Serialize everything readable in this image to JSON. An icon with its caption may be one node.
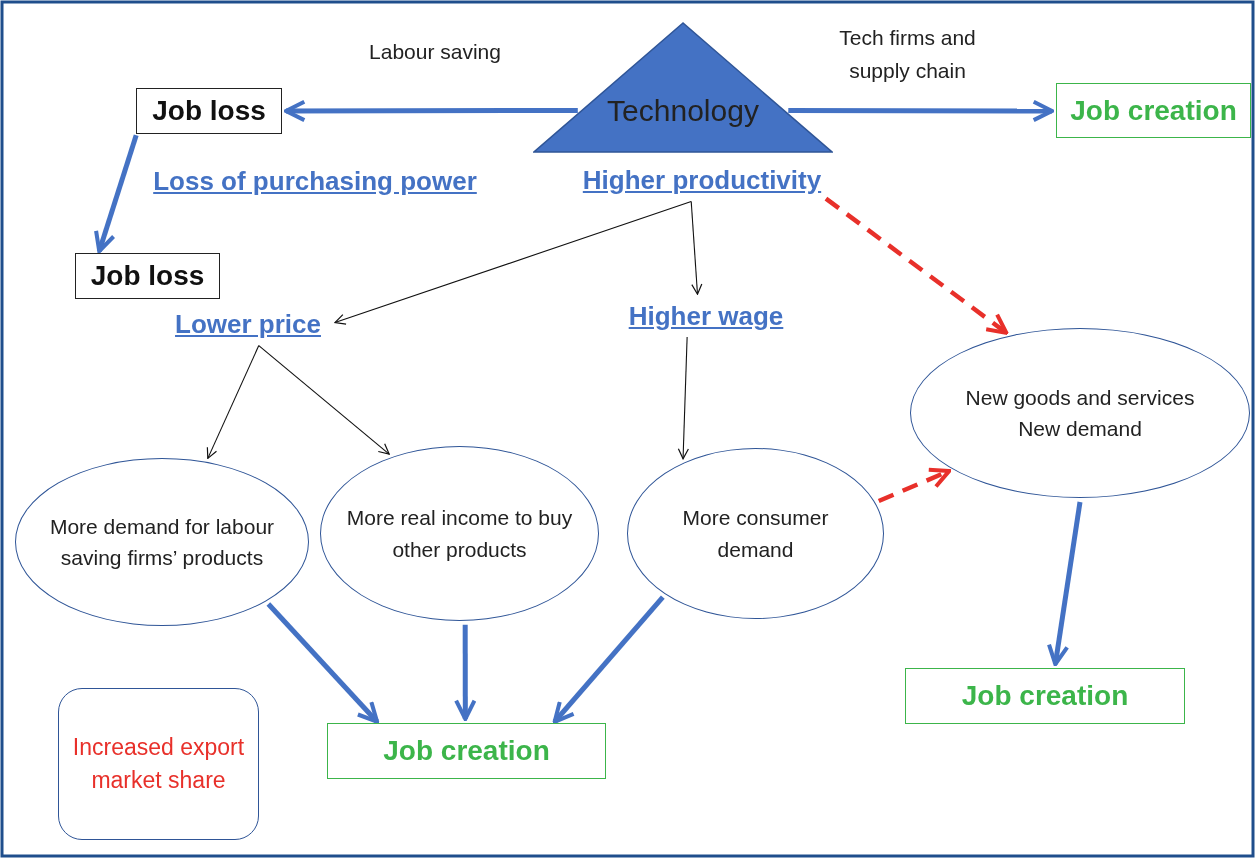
{
  "diagram": {
    "nodes": [
      {
        "text": [
          "Technology"
        ]
      },
      {
        "text": [
          "Job loss"
        ]
      },
      {
        "text": [
          "Job creation"
        ]
      },
      {
        "text": [
          "Higher productivity"
        ]
      },
      {
        "text": [
          "Job loss"
        ]
      },
      {
        "text": [
          "Lower price"
        ]
      },
      {
        "text": [
          "Higher wage"
        ]
      },
      {
        "text": [
          "New goods and services",
          "New demand"
        ]
      },
      {
        "text": [
          "More demand for labour saving firms’ products"
        ]
      },
      {
        "text": [
          "More real income to buy other products"
        ]
      },
      {
        "text": [
          "More consumer demand"
        ]
      },
      {
        "text": [
          "Job creation"
        ]
      },
      {
        "text": [
          "Job creation"
        ]
      },
      {
        "text": [
          "Increased export market share"
        ]
      }
    ],
    "edges": [
      {
        "from": 0,
        "to": 1,
        "arrow": "to",
        "label": "Labour saving"
      },
      {
        "from": 0,
        "to": 2,
        "arrow": "to",
        "label": "Tech firms and supply chain"
      },
      {
        "from": 1,
        "to": 4,
        "arrow": "to",
        "label": "Loss of purchasing power"
      },
      {
        "from": 3,
        "to": 5,
        "arrow": "to",
        "color": "#111111"
      },
      {
        "from": 3,
        "to": 6,
        "arrow": "to",
        "color": "#111111"
      },
      {
        "from": 3,
        "to": 7,
        "arrow": "to",
        "style": "dashed",
        "color": "#e8302a"
      },
      {
        "from": 5,
        "to": 8,
        "arrow": "to",
        "color": "#111111"
      },
      {
        "from": 5,
        "to": 9,
        "arrow": "to",
        "color": "#111111"
      },
      {
        "from": 6,
        "to": 10,
        "arrow": "to",
        "color": "#111111"
      },
      {
        "from": 10,
        "to": 7,
        "arrow": "to",
        "style": "dashed",
        "color": "#e8302a"
      },
      {
        "from": 8,
        "to": 12,
        "arrow": "to"
      },
      {
        "from": 9,
        "to": 12,
        "arrow": "to"
      },
      {
        "from": 10,
        "to": 12,
        "arrow": "to"
      },
      {
        "from": 7,
        "to": 11,
        "arrow": "to"
      }
    ]
  }
}
